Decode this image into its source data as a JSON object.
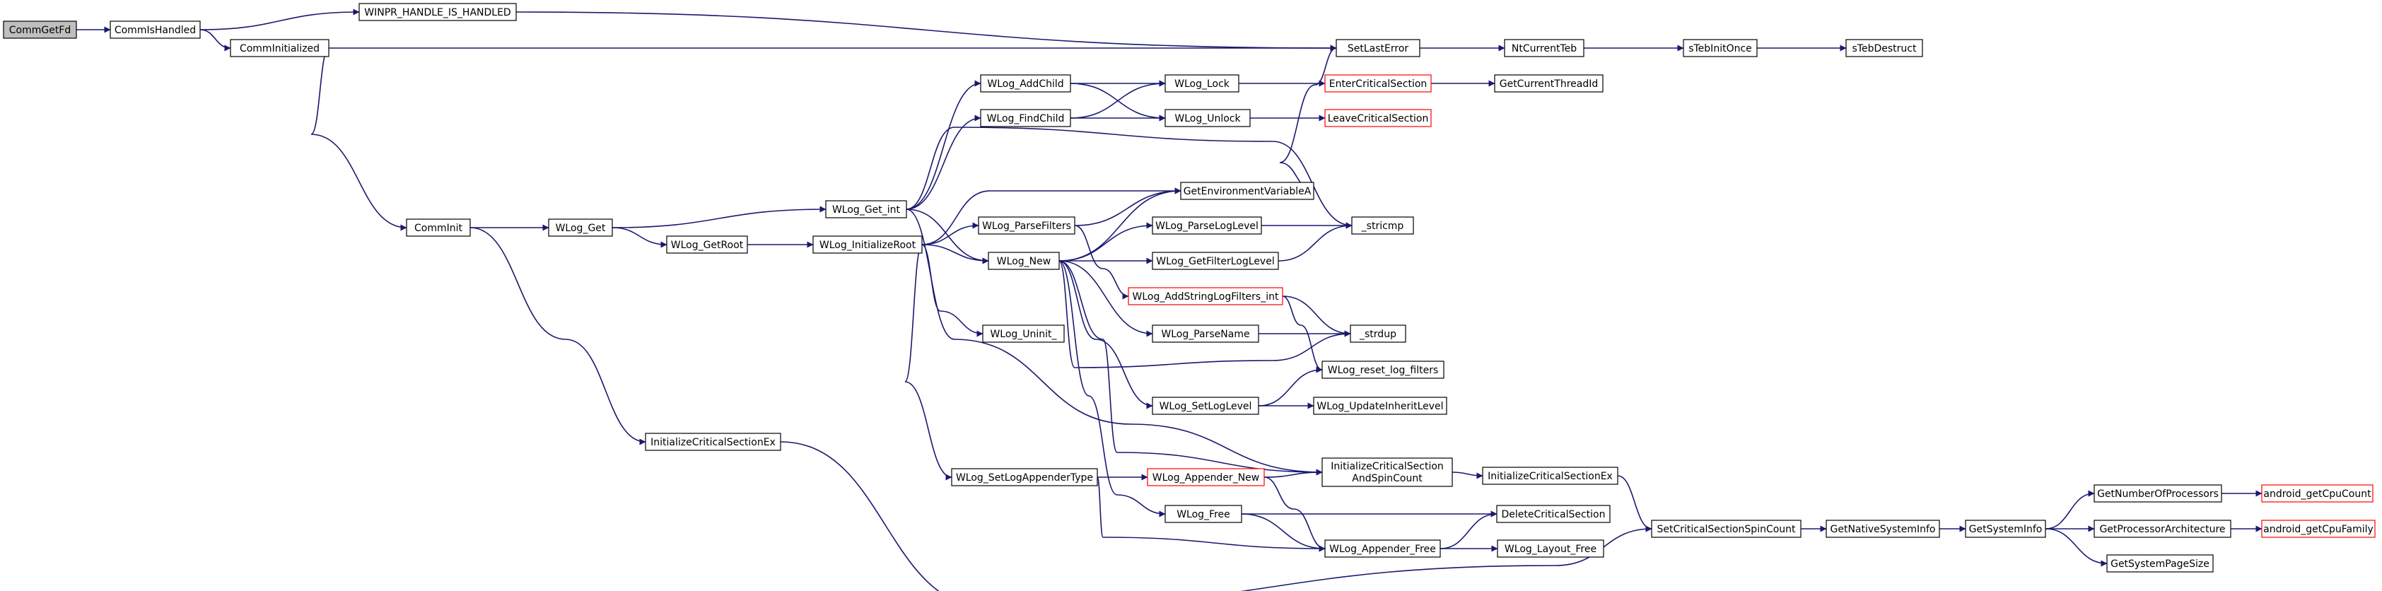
{
  "colors": {
    "edge": "#191970",
    "node_border_normal": "#000000",
    "node_border_truncated": "#ff0000",
    "node_fill_normal": "#ffffff",
    "node_fill_focus": "#bfbfbf"
  },
  "nodes": [
    {
      "id": "CommGetFd",
      "label": "CommGetFd",
      "style": "focus"
    },
    {
      "id": "CommIsHandled",
      "label": "CommIsHandled",
      "style": "normal"
    },
    {
      "id": "WINPR_HANDLE_IS_HANDLED",
      "label": "WINPR_HANDLE_IS_HANDLED",
      "style": "normal"
    },
    {
      "id": "CommInitialized",
      "label": "CommInitialized",
      "style": "normal"
    },
    {
      "id": "SetLastError",
      "label": "SetLastError",
      "style": "normal"
    },
    {
      "id": "NtCurrentTeb",
      "label": "NtCurrentTeb",
      "style": "normal"
    },
    {
      "id": "sTebInitOnce",
      "label": "sTebInitOnce",
      "style": "normal"
    },
    {
      "id": "sTebDestruct",
      "label": "sTebDestruct",
      "style": "normal"
    },
    {
      "id": "CommInit",
      "label": "CommInit",
      "style": "normal"
    },
    {
      "id": "InitializeCriticalSectionEx_1",
      "label": "InitializeCriticalSectionEx",
      "style": "normal"
    },
    {
      "id": "WLog_Get",
      "label": "WLog_Get",
      "style": "normal"
    },
    {
      "id": "WLog_Get_int",
      "label": "WLog_Get_int",
      "style": "normal"
    },
    {
      "id": "WLog_GetRoot",
      "label": "WLog_GetRoot",
      "style": "normal"
    },
    {
      "id": "WLog_InitializeRoot",
      "label": "WLog_InitializeRoot",
      "style": "normal"
    },
    {
      "id": "WLog_AddChild",
      "label": "WLog_AddChild",
      "style": "normal"
    },
    {
      "id": "WLog_FindChild",
      "label": "WLog_FindChild",
      "style": "normal"
    },
    {
      "id": "WLog_Lock",
      "label": "WLog_Lock",
      "style": "normal"
    },
    {
      "id": "WLog_Unlock",
      "label": "WLog_Unlock",
      "style": "normal"
    },
    {
      "id": "EnterCriticalSection",
      "label": "EnterCriticalSection",
      "style": "truncated"
    },
    {
      "id": "LeaveCriticalSection",
      "label": "LeaveCriticalSection",
      "style": "truncated"
    },
    {
      "id": "GetCurrentThreadId",
      "label": "GetCurrentThreadId",
      "style": "normal"
    },
    {
      "id": "GetEnvironmentVariableA",
      "label": "GetEnvironmentVariableA",
      "style": "normal"
    },
    {
      "id": "WLog_ParseFilters",
      "label": "WLog_ParseFilters",
      "style": "normal"
    },
    {
      "id": "WLog_ParseLogLevel",
      "label": "WLog_ParseLogLevel",
      "style": "normal"
    },
    {
      "id": "_stricmp",
      "label": "_stricmp",
      "style": "normal"
    },
    {
      "id": "WLog_New",
      "label": "WLog_New",
      "style": "normal"
    },
    {
      "id": "WLog_GetFilterLogLevel",
      "label": "WLog_GetFilterLogLevel",
      "style": "normal"
    },
    {
      "id": "WLog_AddStringLogFilters_int",
      "label": "WLog_AddStringLogFilters_int",
      "style": "truncated"
    },
    {
      "id": "_strdup",
      "label": "_strdup",
      "style": "normal"
    },
    {
      "id": "WLog_Uninit_",
      "label": "WLog_Uninit_",
      "style": "normal"
    },
    {
      "id": "WLog_ParseName",
      "label": "WLog_ParseName",
      "style": "normal"
    },
    {
      "id": "WLog_reset_log_filters",
      "label": "WLog_reset_log_filters",
      "style": "normal"
    },
    {
      "id": "WLog_SetLogLevel",
      "label": "WLog_SetLogLevel",
      "style": "normal"
    },
    {
      "id": "WLog_UpdateInheritLevel",
      "label": "WLog_UpdateInheritLevel",
      "style": "normal"
    },
    {
      "id": "WLog_SetLogAppenderType",
      "label": "WLog_SetLogAppenderType",
      "style": "normal"
    },
    {
      "id": "WLog_Appender_New",
      "label": "WLog_Appender_New",
      "style": "truncated"
    },
    {
      "id": "InitializeCriticalSectionAndSpinCount",
      "label": "InitializeCriticalSection",
      "label2": "AndSpinCount",
      "style": "normal"
    },
    {
      "id": "InitializeCriticalSectionEx_2",
      "label": "InitializeCriticalSectionEx",
      "style": "normal"
    },
    {
      "id": "WLog_Free",
      "label": "WLog_Free",
      "style": "normal"
    },
    {
      "id": "DeleteCriticalSection",
      "label": "DeleteCriticalSection",
      "style": "normal"
    },
    {
      "id": "WLog_Appender_Free",
      "label": "WLog_Appender_Free",
      "style": "normal"
    },
    {
      "id": "WLog_Layout_Free",
      "label": "WLog_Layout_Free",
      "style": "normal"
    },
    {
      "id": "SetCriticalSectionSpinCount",
      "label": "SetCriticalSectionSpinCount",
      "style": "normal"
    },
    {
      "id": "GetNativeSystemInfo",
      "label": "GetNativeSystemInfo",
      "style": "normal"
    },
    {
      "id": "GetSystemInfo",
      "label": "GetSystemInfo",
      "style": "normal"
    },
    {
      "id": "GetNumberOfProcessors",
      "label": "GetNumberOfProcessors",
      "style": "normal"
    },
    {
      "id": "GetProcessorArchitecture",
      "label": "GetProcessorArchitecture",
      "style": "normal"
    },
    {
      "id": "GetSystemPageSize",
      "label": "GetSystemPageSize",
      "style": "normal"
    },
    {
      "id": "android_getCpuCount",
      "label": "android_getCpuCount",
      "style": "truncated"
    },
    {
      "id": "android_getCpuFamily",
      "label": "android_getCpuFamily",
      "style": "truncated"
    }
  ],
  "edges": [
    [
      "CommGetFd",
      "CommIsHandled"
    ],
    [
      "CommIsHandled",
      "WINPR_HANDLE_IS_HANDLED"
    ],
    [
      "CommIsHandled",
      "CommInitialized"
    ],
    [
      "WINPR_HANDLE_IS_HANDLED",
      "SetLastError"
    ],
    [
      "CommInitialized",
      "SetLastError"
    ],
    [
      "CommInitialized",
      "CommInit"
    ],
    [
      "SetLastError",
      "NtCurrentTeb"
    ],
    [
      "NtCurrentTeb",
      "sTebInitOnce"
    ],
    [
      "sTebInitOnce",
      "sTebDestruct"
    ],
    [
      "CommInit",
      "WLog_Get"
    ],
    [
      "CommInit",
      "InitializeCriticalSectionEx_1"
    ],
    [
      "InitializeCriticalSectionEx_1",
      "SetCriticalSectionSpinCount"
    ],
    [
      "WLog_Get",
      "WLog_Get_int"
    ],
    [
      "WLog_Get",
      "WLog_GetRoot"
    ],
    [
      "WLog_GetRoot",
      "WLog_InitializeRoot"
    ],
    [
      "WLog_Get_int",
      "WLog_AddChild"
    ],
    [
      "WLog_Get_int",
      "WLog_FindChild"
    ],
    [
      "WLog_Get_int",
      "WLog_New"
    ],
    [
      "WLog_Get_int",
      "_stricmp"
    ],
    [
      "WLog_Get_int",
      "InitializeCriticalSectionAndSpinCount"
    ],
    [
      "WLog_AddChild",
      "WLog_Lock"
    ],
    [
      "WLog_AddChild",
      "WLog_Unlock"
    ],
    [
      "WLog_FindChild",
      "WLog_Lock"
    ],
    [
      "WLog_FindChild",
      "WLog_Unlock"
    ],
    [
      "WLog_Lock",
      "EnterCriticalSection"
    ],
    [
      "WLog_Unlock",
      "LeaveCriticalSection"
    ],
    [
      "EnterCriticalSection",
      "GetCurrentThreadId"
    ],
    [
      "WLog_InitializeRoot",
      "GetEnvironmentVariableA"
    ],
    [
      "WLog_InitializeRoot",
      "WLog_ParseFilters"
    ],
    [
      "WLog_InitializeRoot",
      "WLog_New"
    ],
    [
      "WLog_InitializeRoot",
      "WLog_Uninit_"
    ],
    [
      "WLog_InitializeRoot",
      "WLog_SetLogAppenderType"
    ],
    [
      "WLog_ParseFilters",
      "GetEnvironmentVariableA"
    ],
    [
      "WLog_ParseFilters",
      "WLog_AddStringLogFilters_int"
    ],
    [
      "WLog_New",
      "GetEnvironmentVariableA"
    ],
    [
      "WLog_New",
      "WLog_ParseLogLevel"
    ],
    [
      "WLog_New",
      "WLog_GetFilterLogLevel"
    ],
    [
      "WLog_New",
      "WLog_ParseName"
    ],
    [
      "WLog_New",
      "_strdup"
    ],
    [
      "WLog_New",
      "WLog_SetLogLevel"
    ],
    [
      "WLog_New",
      "WLog_Free"
    ],
    [
      "WLog_New",
      "InitializeCriticalSectionAndSpinCount"
    ],
    [
      "WLog_ParseLogLevel",
      "_stricmp"
    ],
    [
      "WLog_GetFilterLogLevel",
      "_stricmp"
    ],
    [
      "WLog_AddStringLogFilters_int",
      "_strdup"
    ],
    [
      "WLog_AddStringLogFilters_int",
      "WLog_reset_log_filters"
    ],
    [
      "WLog_ParseName",
      "_strdup"
    ],
    [
      "WLog_SetLogLevel",
      "WLog_reset_log_filters"
    ],
    [
      "WLog_SetLogLevel",
      "WLog_UpdateInheritLevel"
    ],
    [
      "GetEnvironmentVariableA",
      "SetLastError"
    ],
    [
      "WLog_SetLogAppenderType",
      "WLog_Appender_New"
    ],
    [
      "WLog_SetLogAppenderType",
      "WLog_Appender_Free"
    ],
    [
      "WLog_Appender_New",
      "InitializeCriticalSectionAndSpinCount"
    ],
    [
      "WLog_Appender_New",
      "WLog_Appender_Free"
    ],
    [
      "InitializeCriticalSectionAndSpinCount",
      "InitializeCriticalSectionEx_2"
    ],
    [
      "InitializeCriticalSectionEx_2",
      "SetCriticalSectionSpinCount"
    ],
    [
      "WLog_Free",
      "DeleteCriticalSection"
    ],
    [
      "WLog_Free",
      "WLog_Appender_Free"
    ],
    [
      "WLog_Appender_Free",
      "DeleteCriticalSection"
    ],
    [
      "WLog_Appender_Free",
      "WLog_Layout_Free"
    ],
    [
      "SetCriticalSectionSpinCount",
      "GetNativeSystemInfo"
    ],
    [
      "GetNativeSystemInfo",
      "GetSystemInfo"
    ],
    [
      "GetSystemInfo",
      "GetNumberOfProcessors"
    ],
    [
      "GetSystemInfo",
      "GetProcessorArchitecture"
    ],
    [
      "GetSystemInfo",
      "GetSystemPageSize"
    ],
    [
      "GetNumberOfProcessors",
      "android_getCpuCount"
    ],
    [
      "GetProcessorArchitecture",
      "android_getCpuFamily"
    ]
  ]
}
